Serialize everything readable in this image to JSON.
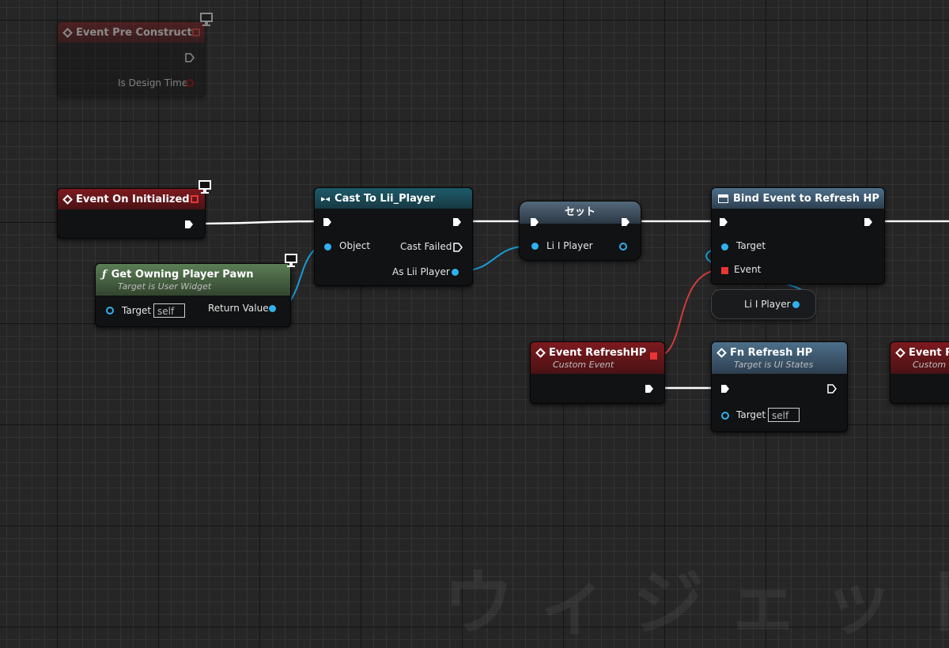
{
  "nodes": {
    "pre_construct": {
      "title": "Event Pre Construct",
      "pin_is_design_time": "Is Design Time"
    },
    "on_initialized": {
      "title": "Event On Initialized"
    },
    "get_owning_pawn": {
      "title": "Get Owning Player Pawn",
      "subtitle": "Target is User Widget",
      "pin_target": "Target",
      "target_default": "self",
      "pin_return": "Return Value"
    },
    "cast_to": {
      "title": "Cast To Lii_Player",
      "pin_object": "Object",
      "pin_cast_failed": "Cast Failed",
      "pin_as": "As Lii Player"
    },
    "set": {
      "title": "セット",
      "pin_var": "Li I Player"
    },
    "bind_event": {
      "title": "Bind Event to Refresh HP",
      "pin_target": "Target",
      "pin_event": "Event"
    },
    "getter": {
      "label": "Li I Player"
    },
    "event_refresh": {
      "title": "Event RefreshHP",
      "subtitle": "Custom Event"
    },
    "fn_refresh": {
      "title": "Fn Refresh HP",
      "subtitle": "Target is UI States",
      "pin_target": "Target",
      "target_default": "self"
    },
    "event_partial": {
      "title": "Event R",
      "subtitle": "Custom"
    }
  },
  "watermark": "ウィジェットブリ",
  "colors": {
    "exec_wire": "#ffffff",
    "object_pin": "#2fb1ef",
    "delegate_pin": "#e83636",
    "event_header": "#7d1a1f",
    "cast_header": "#1d5a68",
    "pure_function_header": "#5a7d55",
    "function_header": "#4d6f8a"
  },
  "icons": {
    "event": "event-diamond-icon",
    "client_only": "monitor-icon",
    "cast": "cast-icon",
    "pure_function": "function-f-icon",
    "bind": "bind-event-icon"
  }
}
